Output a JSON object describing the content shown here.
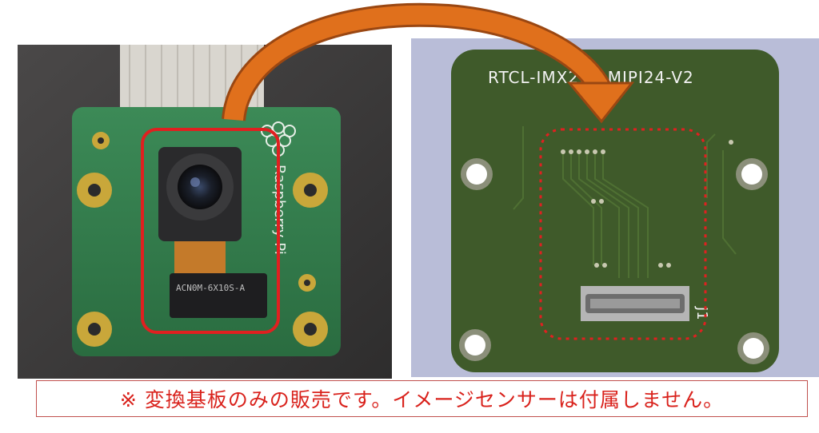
{
  "right_board": {
    "board_label": "RTCL-IMX219-MIPI24-V2",
    "connector_label": "J1"
  },
  "left_photo": {
    "module_brand_text": "Raspberry Pi",
    "sensor_marking": "ACN0M-6X10S-A"
  },
  "notice": {
    "text": "※ 変換基板のみの販売です。イメージセンサーは付属しません。",
    "border_color": "#c0504d",
    "text_color": "#d9221c"
  },
  "colors": {
    "pcb_green_photo": "#2f7a4a",
    "pcb_green_render": "#3f5a2a",
    "highlight_red": "#e02020",
    "arrow_orange": "#e0701c"
  }
}
